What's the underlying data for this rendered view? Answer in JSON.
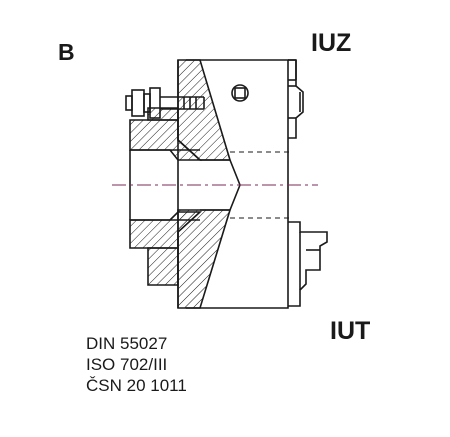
{
  "labels": {
    "view_letter": "B",
    "top_variant": "IUZ",
    "bottom_variant": "IUT"
  },
  "standards": [
    "DIN 55027",
    "ISO 702/III",
    "ČSN 20 1011"
  ],
  "colors": {
    "line": "#1a1a1a",
    "centerline": "#7a2a5a",
    "hatch": "#1a1a1a",
    "background": "#ffffff"
  }
}
